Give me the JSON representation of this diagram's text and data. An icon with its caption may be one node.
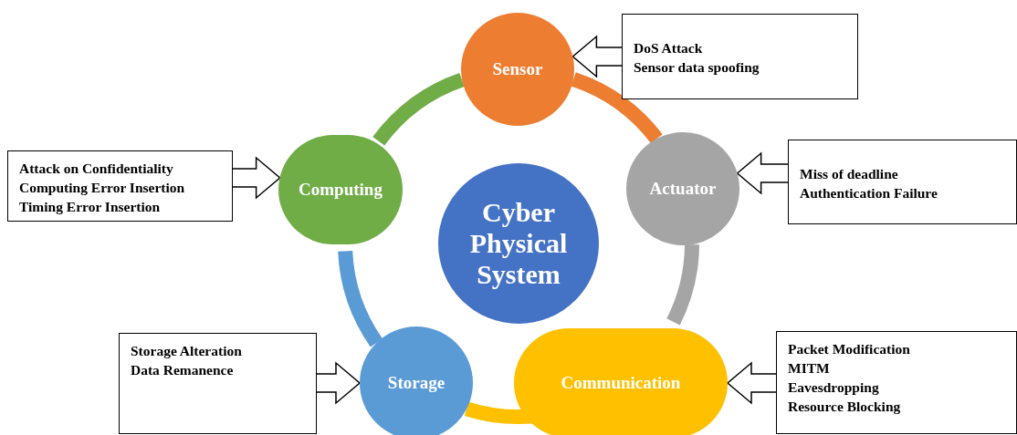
{
  "diagram": {
    "nodes": [
      {
        "text": [
          "Sensor"
        ]
      },
      {
        "text": [
          "DoS Attack",
          "Sensor data spoofing"
        ]
      },
      {
        "text": [
          "Attack on Confidentiality",
          "Computing Error Insertion",
          "Timing Error Insertion"
        ]
      },
      {
        "text": [
          "Computing"
        ]
      },
      {
        "text": [
          "Cyber Physical System"
        ]
      },
      {
        "text": [
          "Actuator"
        ]
      },
      {
        "text": [
          "Miss of deadline",
          "Authentication Failure"
        ]
      },
      {
        "text": [
          "Storage Alteration",
          "Data Remanence"
        ]
      },
      {
        "text": [
          "Storage"
        ]
      },
      {
        "text": [
          "Communication"
        ]
      },
      {
        "text": [
          "Packet Modification",
          "MITM",
          "Eavesdropping",
          "Resource Blocking"
        ]
      }
    ],
    "edges": [
      {
        "from": 1,
        "to": 0,
        "arrow": "to"
      },
      {
        "from": 2,
        "to": 3,
        "arrow": "to"
      },
      {
        "from": 6,
        "to": 5,
        "arrow": "to"
      },
      {
        "from": 7,
        "to": 8,
        "arrow": "to"
      },
      {
        "from": 10,
        "to": 9,
        "arrow": "to"
      },
      {
        "from": 0,
        "to": 5,
        "arrow": "none",
        "color": "#ed7d31"
      },
      {
        "from": 5,
        "to": 9,
        "arrow": "none",
        "color": "#a5a5a5"
      },
      {
        "from": 9,
        "to": 8,
        "arrow": "none",
        "color": "#ffc000"
      },
      {
        "from": 8,
        "to": 3,
        "arrow": "none",
        "color": "#5b9bd5"
      },
      {
        "from": 3,
        "to": 0,
        "arrow": "none",
        "color": "#70ad47"
      }
    ]
  }
}
